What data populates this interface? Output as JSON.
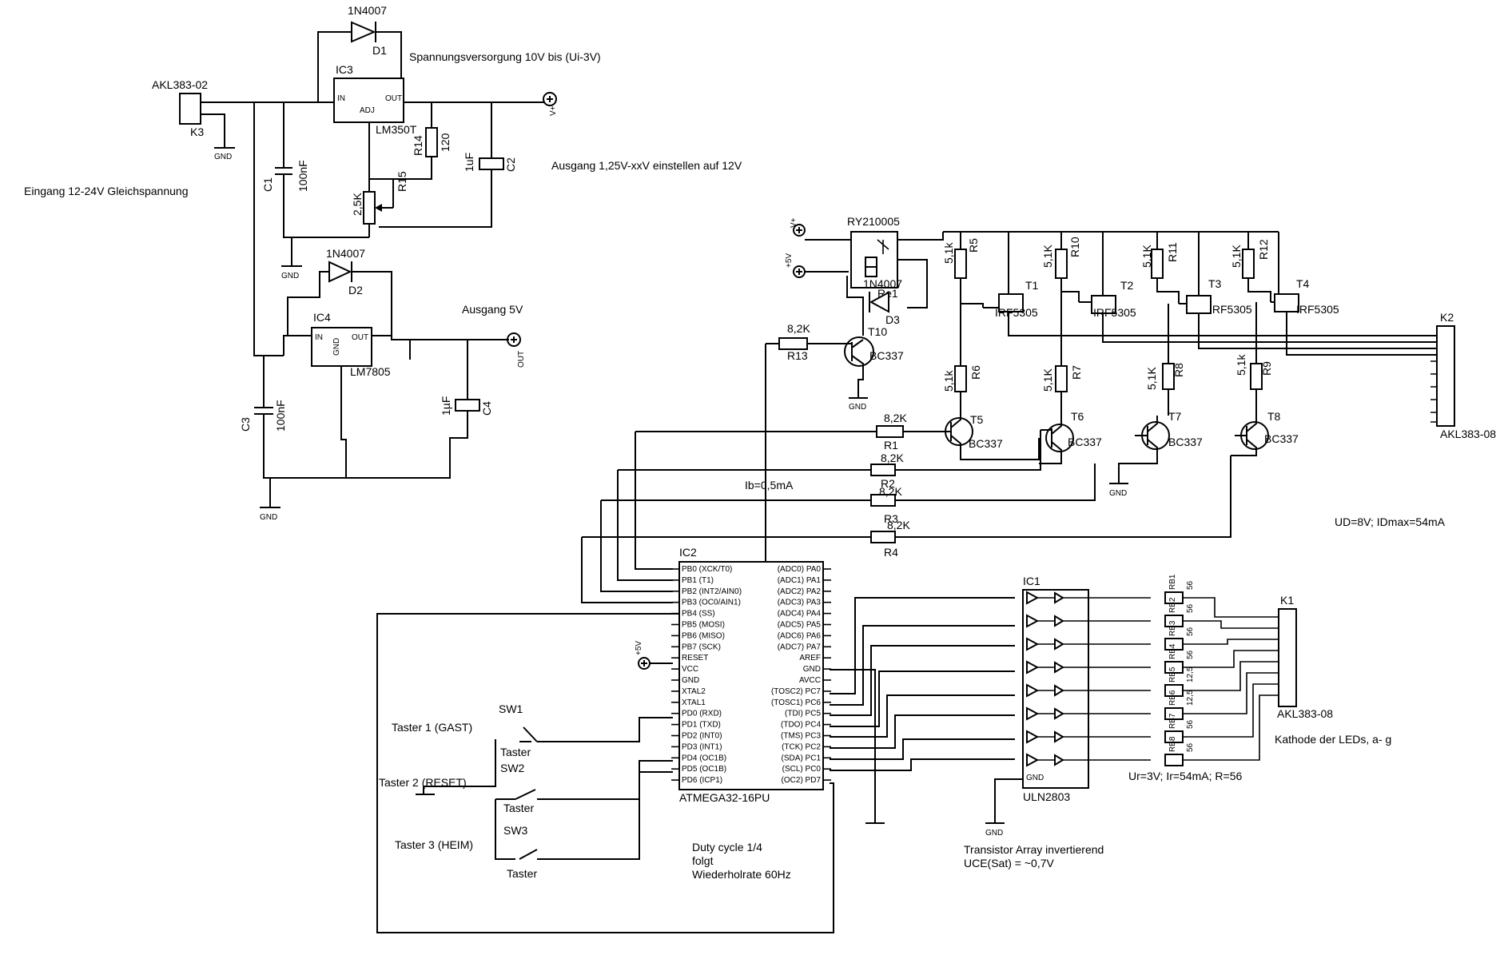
{
  "notes": {
    "supply": "Spannungsversorgung 10V bis (Ui-3V)",
    "input": "Eingang 12-24V Gleichspannung",
    "out_adjust": "Ausgang 1,25V-xxV einstellen auf 12V",
    "out5v": "Ausgang 5V",
    "ib": "Ib=0,5mA",
    "ud": "UD=8V; IDmax=54mA",
    "ur": "Ur=3V; Ir=54mA; R=56",
    "kathode": "Kathode der LEDs, a- g",
    "ta1": "Transistor Array invertierend",
    "ta2": "UCE(Sat) = ~0,7V",
    "duty1": "Duty cycle 1/4",
    "duty2": "folgt",
    "duty3": "Wiederholrate 60Hz",
    "taster1": "Taster 1 (GAST)",
    "taster2": "Taster 2 (RESET)",
    "taster3": "Taster 3 (HEIM)"
  },
  "connectors": {
    "k3_part": "AKL383-02",
    "k3": "K3",
    "k2": "K2",
    "k2_part": "AKL383-08",
    "k1": "K1",
    "k1_part": "AKL383-08"
  },
  "power": {
    "vplus": "V+",
    "out": "OUT",
    "plus5v": "+5V",
    "gnd": "GND"
  },
  "regulators": {
    "ic3": "IC3",
    "ic3_part": "LM350T",
    "ic3_in": "IN",
    "ic3_out": "OUT",
    "ic3_adj": "ADJ",
    "ic4": "IC4",
    "ic4_part": "LM7805",
    "ic4_in": "IN",
    "ic4_out": "OUT",
    "ic4_gnd": "GND",
    "d1": "D1",
    "d1_part": "1N4007",
    "d2": "D2",
    "d2_part": "1N4007",
    "d3": "D3",
    "d3_part": "1N4007"
  },
  "passives": {
    "c1": "C1",
    "c1_val": "100nF",
    "c2": "C2",
    "c2_val": "1uF",
    "c3": "C3",
    "c3_val": "100nF",
    "c4": "C4",
    "c4_val": "1µF",
    "r14": "R14",
    "r14_val": "120",
    "r15": "R15",
    "r15_val": "2,5K",
    "r13": "R13",
    "r13_val": "8,2K",
    "r1": "R1",
    "r2": "R2",
    "r3": "R3",
    "r4": "R4",
    "r_base_val": "8,2K",
    "r5": "R5",
    "r6": "R6",
    "r7": "R7",
    "r8": "R8",
    "r9": "R9",
    "r10": "R10",
    "r11": "R11",
    "r12": "R12",
    "r5_val": "5,1k",
    "r6_val": "5,1k",
    "r7_val": "5,1K",
    "r8_val": "5,1K",
    "r9_val": "5,1k",
    "r10_val": "5,1K",
    "r11_val": "5,1K",
    "r12_val": "5,1K",
    "rb": [
      "RB1",
      "RB2",
      "RB3",
      "RB4",
      "RB5",
      "RB6",
      "RB7",
      "RB8"
    ],
    "rb_vals": [
      "56",
      "56",
      "56",
      "56",
      "12,5",
      "12,5",
      "56",
      "56"
    ]
  },
  "relay": {
    "part": "RY210005",
    "name": "Re1"
  },
  "transistors": {
    "t10": "T10",
    "t10_part": "BC337",
    "t1": "T1",
    "t2": "T2",
    "t3": "T3",
    "t4": "T4",
    "mosfet_part": "IRF5305",
    "t5": "T5",
    "t6": "T6",
    "t7": "T7",
    "t8": "T8",
    "npn_part": "BC337"
  },
  "mcu": {
    "name": "IC2",
    "part": "ATMEGA32-16PU",
    "left_pins": [
      "PB0 (XCK/T0)",
      "PB1 (T1)",
      "PB2 (INT2/AIN0)",
      "PB3 (OC0/AIN1)",
      "PB4 (SS)",
      "PB5 (MOSI)",
      "PB6 (MISO)",
      "PB7 (SCK)",
      "RESET",
      "VCC",
      "GND",
      "XTAL2",
      "XTAL1",
      "PD0 (RXD)",
      "PD1 (TXD)",
      "PD2 (INT0)",
      "PD3 (INT1)",
      "PD4 (OC1B)",
      "PD5 (OC1B)",
      "PD6 (ICP1)"
    ],
    "right_pins": [
      "(ADC0) PA0",
      "(ADC1) PA1",
      "(ADC2) PA2",
      "(ADC3) PA3",
      "(ADC4) PA4",
      "(ADC5) PA5",
      "(ADC6) PA6",
      "(ADC7) PA7",
      "AREF",
      "GND",
      "AVCC",
      "(TOSC2) PC7",
      "(TOSC1) PC6",
      "(TDI) PC5",
      "(TDO) PC4",
      "(TMS) PC3",
      "(TCK) PC2",
      "(SDA) PC1",
      "(SCL) PC0",
      "(OC2) PD7"
    ]
  },
  "uln": {
    "name": "IC1",
    "part": "ULN2803",
    "gnd": "GND"
  },
  "switches": {
    "sw1": "SW1",
    "sw2": "SW2",
    "sw3": "SW3",
    "label": "Taster"
  }
}
